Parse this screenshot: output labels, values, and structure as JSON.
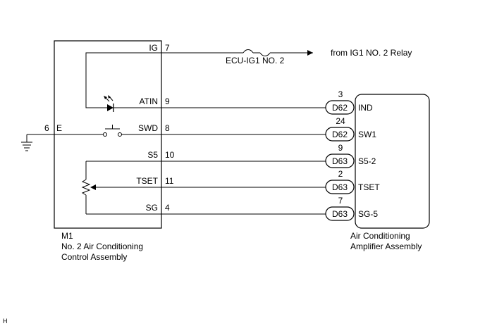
{
  "m1": {
    "code": "M1",
    "name_line1": "No. 2 Air Conditioning",
    "name_line2": "Control Assembly",
    "pins": [
      {
        "label": "IG",
        "num": "7"
      },
      {
        "label": "ATIN",
        "num": "9"
      },
      {
        "label": "SWD",
        "num": "8"
      },
      {
        "label": "S5",
        "num": "10"
      },
      {
        "label": "TSET",
        "num": "11"
      },
      {
        "label": "SG",
        "num": "4"
      }
    ],
    "ground_num": "6",
    "ground_label": "E"
  },
  "fuse": {
    "label": "ECU-IG1 NO. 2"
  },
  "source": {
    "label": "from IG1 NO. 2 Relay"
  },
  "amp": {
    "name_line1": "Air Conditioning",
    "name_line2": "Amplifier Assembly",
    "pins": [
      {
        "pin": "3",
        "conn": "D62",
        "label": "IND"
      },
      {
        "pin": "24",
        "conn": "D62",
        "label": "SW1"
      },
      {
        "pin": "9",
        "conn": "D63",
        "label": "S5-2"
      },
      {
        "pin": "2",
        "conn": "D63",
        "label": "TSET"
      },
      {
        "pin": "7",
        "conn": "D63",
        "label": "SG-5"
      }
    ]
  },
  "corner_mark": "H"
}
